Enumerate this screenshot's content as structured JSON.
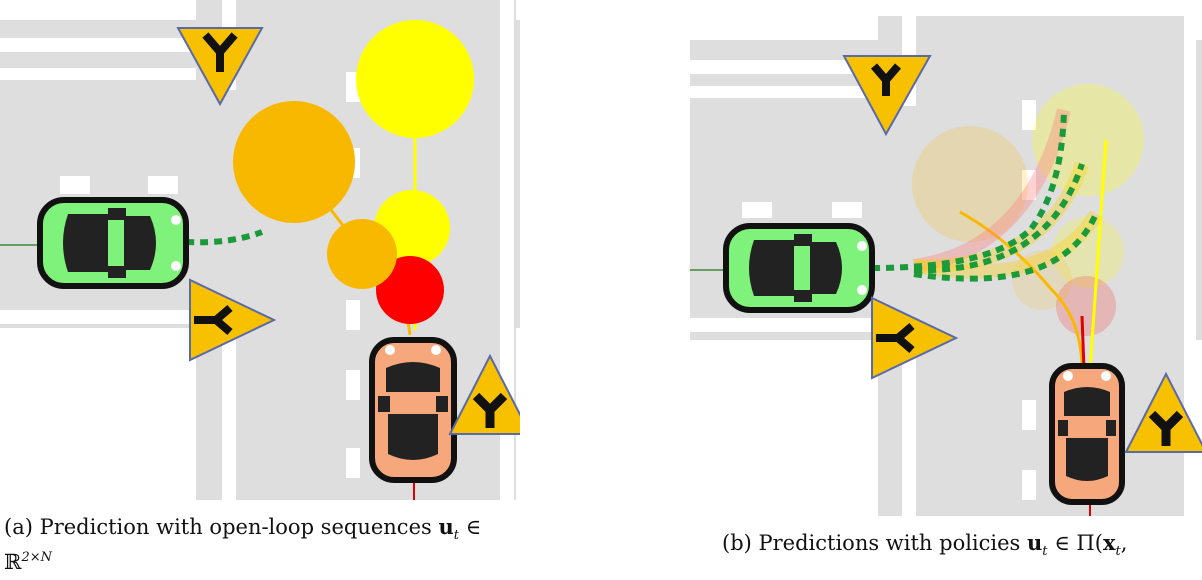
{
  "captions": {
    "a_line1": "(a) Prediction with open-loop sequences ",
    "a_math1": "u",
    "a_sub1": "t",
    "a_in": " ∈",
    "a_line2_base": "ℝ",
    "a_line2_sup": "2×N",
    "b_text": "(b) Predictions with policies ",
    "b_math": "u",
    "b_sub": "t",
    "b_rest": " ∈ Π(",
    "b_math2": "x",
    "b_sub2": "t",
    "b_end": ","
  },
  "colors": {
    "road": "#dedede",
    "lane_white": "#ffffff",
    "green_car": "#7ef27a",
    "orange_car": "#f6a77c",
    "yield_sign": "#f8c100",
    "predict_yellow": "#ffff00",
    "predict_orange": "#f9b800",
    "predict_red": "#ff0000",
    "green_dashes": "#1a9a3a"
  },
  "icons": [
    "yield-sign-icon",
    "car-icon"
  ]
}
